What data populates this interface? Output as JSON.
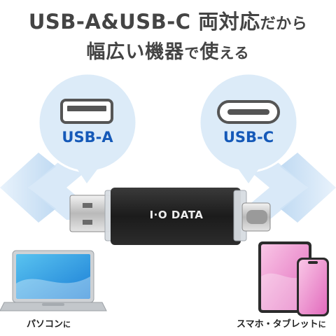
{
  "headline": {
    "line1_main": "USB-A&USB-C 両対応",
    "line1_tail": "だから",
    "line2_main": "幅広い機器",
    "line2_de": "で",
    "line2_tsuka": "使",
    "line2_tail": "える"
  },
  "ports": {
    "usb_a_label": "USB-A",
    "usb_c_label": "USB-C"
  },
  "drive": {
    "brand": "I·O DATA"
  },
  "devices": {
    "left_caption_main": "パソコン",
    "left_caption_tail": "に",
    "right_caption_main": "スマホ・タブレット",
    "right_caption_tail": "に"
  },
  "colors": {
    "accent_blue": "#1559b8",
    "bubble_fill": "#dcebf8",
    "arrow_blue": "#bcd8f2",
    "tablet_pink": "#f3a4d6",
    "drive_black": "#1f1f1f"
  }
}
